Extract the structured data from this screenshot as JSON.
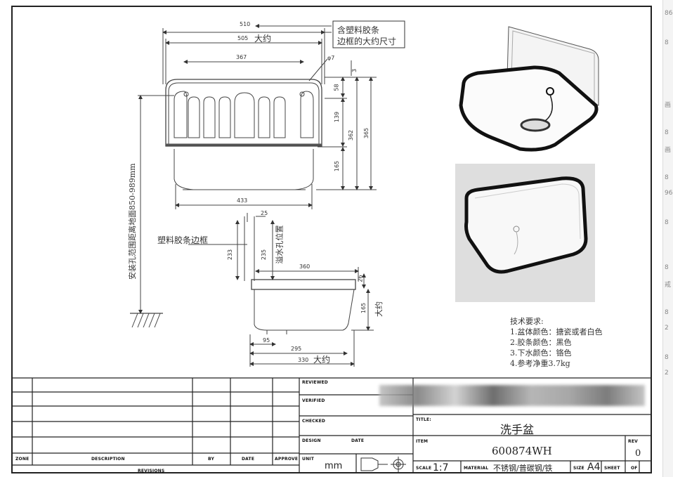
{
  "drawing": {
    "top_view": {
      "dim_510": "510",
      "dim_505": "505",
      "dim_505_note": "大约",
      "dim_367": "367",
      "dim_phi7": "φ7",
      "dim_3": "3",
      "dim_58": "58",
      "dim_139": "139",
      "dim_362": "362",
      "dim_365": "365",
      "dim_165": "165",
      "dim_433": "433",
      "callout_line1": "含塑料胶条",
      "callout_line2": "边框的大约尺寸",
      "install_note": "安装孔范围距离地面850-989mm"
    },
    "side_view": {
      "dim_25": "25",
      "dim_233": "233",
      "dim_235": "235",
      "overflow_label": "溢水孔位置",
      "edge_label": "塑料胶条边框",
      "dim_360": "360",
      "dim_26": "26",
      "dim_165": "165",
      "dim_165_note": "大约",
      "dim_95": "95",
      "dim_295": "295",
      "dim_330": "330",
      "dim_330_note": "大约"
    },
    "tech_requirements": {
      "title": "技术要求:",
      "items": [
        "1.盆体颜色：搪瓷或者白色",
        "2.胶条颜色：黑色",
        "3.下水颜色：铬色",
        "4.参考净重3.7kg"
      ]
    }
  },
  "title_block": {
    "revisions_headers": {
      "zone": "ZONE",
      "description": "DESCRIPTION",
      "by": "BY",
      "date": "DATE",
      "approve": "APPROVE",
      "revisions": "REVISIONS"
    },
    "labels": {
      "reviewed": "REVIEWED",
      "verified": "VERIFIED",
      "checked": "CHECKED",
      "design": "DESIGN",
      "date": "DATE",
      "unit": "UNIT",
      "title": "TITLE:",
      "item": "ITEM",
      "rev": "REV",
      "scale": "SCALE",
      "material": "MATERIAL",
      "size": "SIZE",
      "sheet": "SHEET",
      "of": "OF"
    },
    "values": {
      "unit": "mm",
      "title": "洗手盆",
      "item": "600874WH",
      "rev": "0",
      "scale": "1:7",
      "material": "不锈钢/普碳钢/铁",
      "size": "A4"
    }
  },
  "sidebar": {
    "fragments": [
      "86",
      "8",
      "画",
      "8",
      "画",
      "8",
      "96",
      "8",
      "8",
      "戒",
      "8",
      "2",
      "8",
      "2"
    ]
  }
}
